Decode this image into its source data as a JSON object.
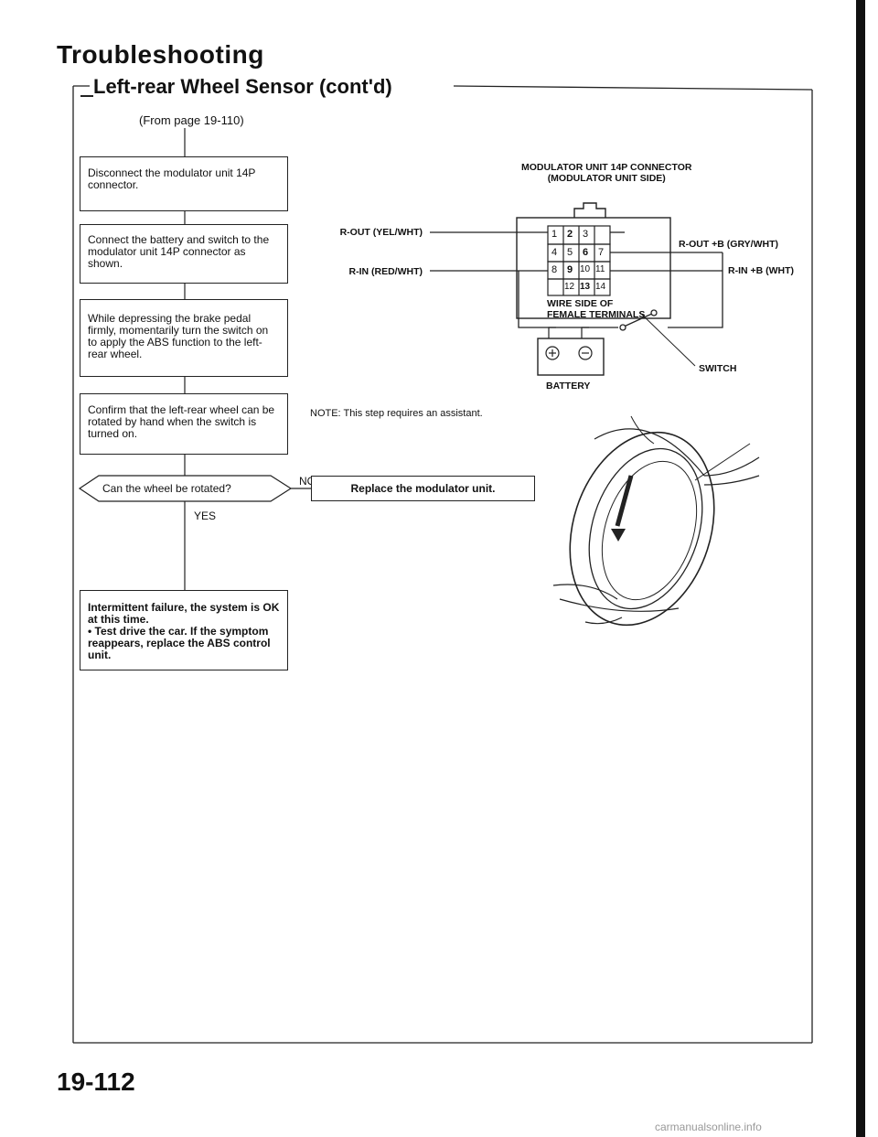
{
  "header": {
    "title": "Troubleshooting",
    "subtitle": "Left-rear Wheel Sensor (cont'd)"
  },
  "from_ref": "(From page 19-110)",
  "steps": [
    "Disconnect the modulator unit 14P connector.",
    "Connect the battery and switch to the modulator unit 14P connector as shown.",
    "While depressing the brake pedal firmly, momentarily turn the switch on to apply the ABS function to the left-rear wheel.",
    "Confirm that the left-rear wheel can be rotated by hand when the switch is turned on."
  ],
  "decision": {
    "question": "Can the wheel be rotated?",
    "no_label": "NO",
    "yes_label": "YES",
    "no_action": "Replace the modulator unit."
  },
  "result": {
    "line1": "Intermittent failure, the system is OK at this time.",
    "line2": "• Test drive the car. If the symptom reappears, replace the ABS control unit."
  },
  "diagram": {
    "connector_title_1": "MODULATOR UNIT 14P CONNECTOR",
    "connector_title_2": "(MODULATOR UNIT SIDE)",
    "wire_rout_left": "R-OUT (YEL/WHT)",
    "wire_rin_left": "R-IN (RED/WHT)",
    "wire_rout_right": "R-OUT +B (GRY/WHT)",
    "wire_rin_right": "R-IN +B (WHT)",
    "pins": [
      "1",
      "2",
      "3",
      "4",
      "5",
      "6",
      "7",
      "8",
      "9",
      "10",
      "11",
      "12",
      "13",
      "14"
    ],
    "wire_side_1": "WIRE SIDE OF",
    "wire_side_2": "FEMALE TERMINALS",
    "switch_label": "SWITCH",
    "battery_label": "BATTERY"
  },
  "note": "NOTE: This step requires an assistant.",
  "page_number": "19-112",
  "watermark": "carmanualsonline.info"
}
